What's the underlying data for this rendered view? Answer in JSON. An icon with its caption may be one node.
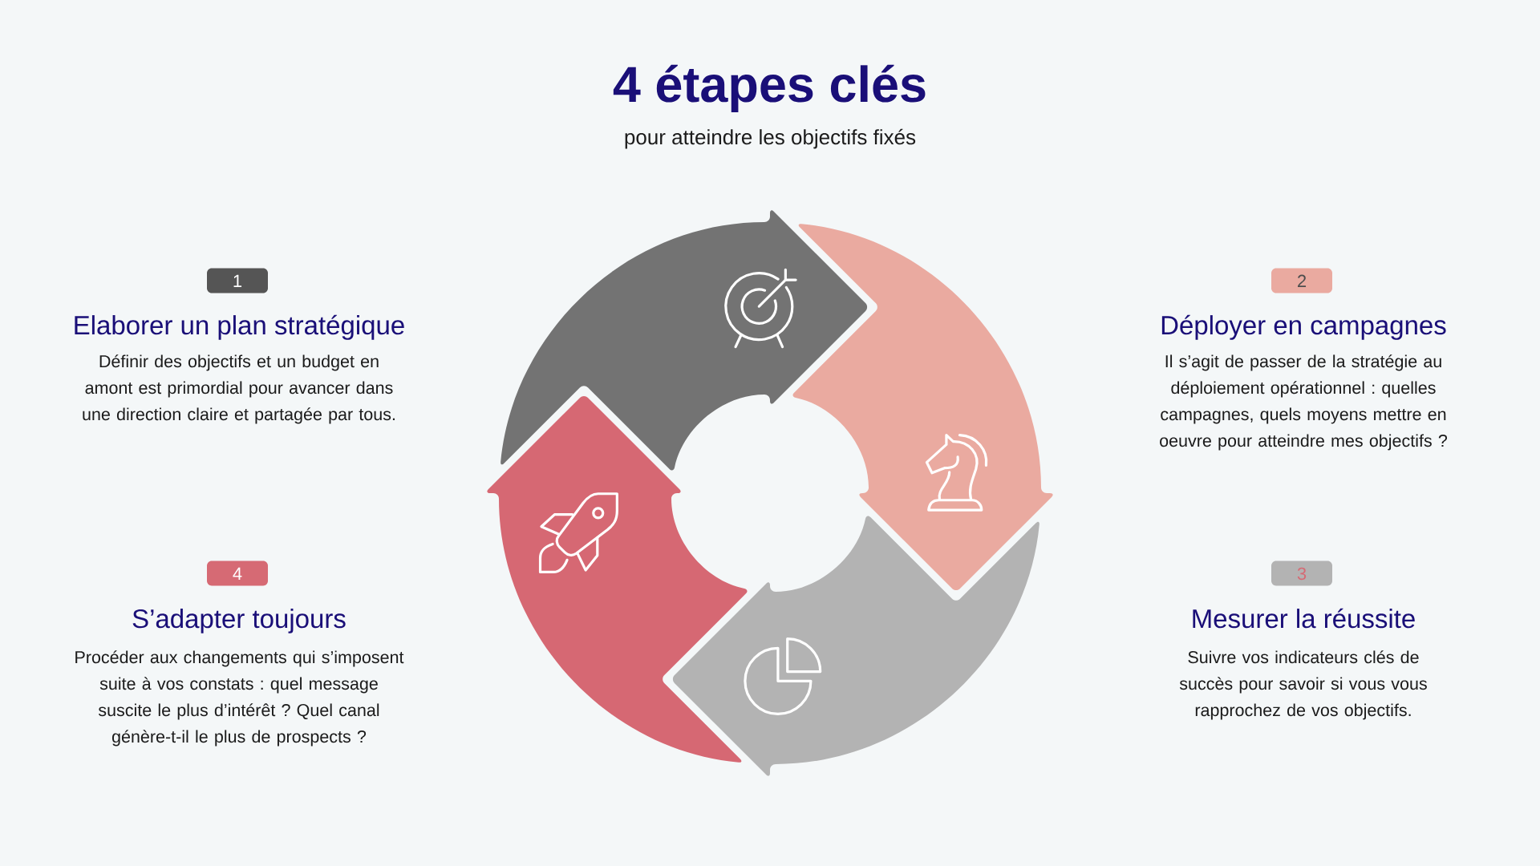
{
  "diagram": {
    "title": "4 étapes clés",
    "nodes": [
      {
        "text": [
          "1"
        ],
        "beside": [
          "Elaborer un plan stratégique",
          "Définir des objectifs et un budget en amont est primordial pour avancer dans une direction claire et partagée par tous."
        ]
      },
      {
        "text": [
          "2"
        ],
        "beside": [
          "Déployer en campagnes",
          "Il s’agit de passer de la stratégie au déploiement opérationnel : quelles campagnes, quels moyens mettre en oeuvre pour atteindre mes objectifs ?"
        ]
      },
      {
        "text": [
          "4"
        ],
        "beside": [
          "S’adapter toujours",
          "Procéder aux changements qui s’imposent suite à vos constats : quel message suscite le plus d’intérêt ? Quel canal génère-t-il le plus de prospects ?"
        ]
      },
      {
        "text": [
          "3"
        ],
        "beside": [
          "Mesurer la réussite",
          "Suivre vos indicateurs clés de succès pour savoir si vous vous rapprochez de vos objectifs."
        ]
      }
    ],
    "labels": [
      "pour atteindre les objectifs fixés"
    ]
  }
}
